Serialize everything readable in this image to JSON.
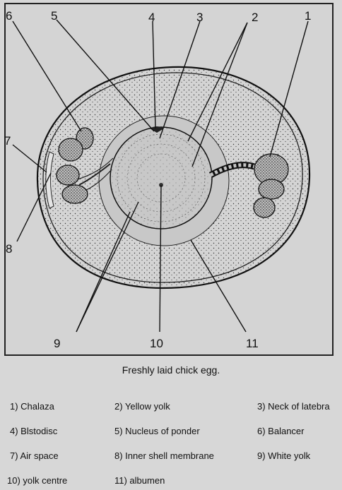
{
  "caption": "Freshly laid chick egg.",
  "callout_numbers": [
    "1",
    "2",
    "3",
    "4",
    "5",
    "6",
    "7",
    "8",
    "9",
    "10",
    "11"
  ],
  "legend": [
    {
      "text": "1) Chalaza"
    },
    {
      "text": "2) Yellow yolk"
    },
    {
      "text": "3) Neck of latebra"
    },
    {
      "text": "4) Blstodisc"
    },
    {
      "text": "5) Nucleus of ponder"
    },
    {
      "text": "6) Balancer"
    },
    {
      "text": "7) Air space"
    },
    {
      "text": "8) Inner shell membrane"
    },
    {
      "text": "9) White yolk"
    },
    {
      "text": "10) yolk centre"
    },
    {
      "text": "11) albumen"
    }
  ]
}
